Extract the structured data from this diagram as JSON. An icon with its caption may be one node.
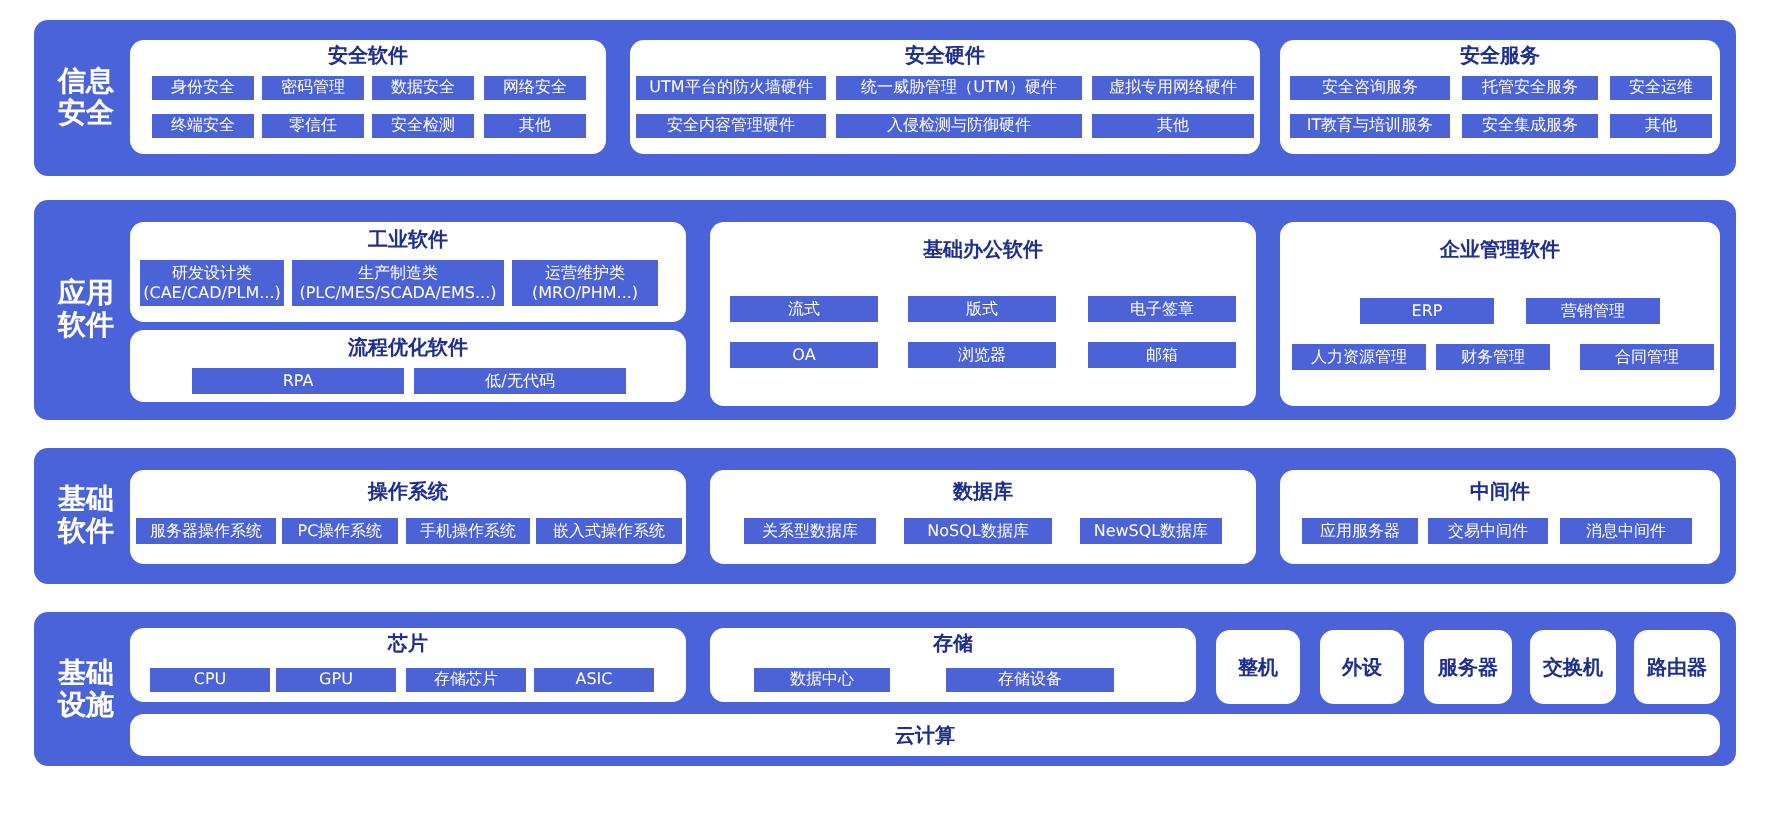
{
  "diagram": {
    "nodes": [
      {
        "text": [
          "信息安全"
        ]
      },
      {
        "text": [
          "安全软件"
        ],
        "in": 0
      },
      {
        "text": [
          "身份安全"
        ],
        "in": 1
      },
      {
        "text": [
          "密码管理"
        ],
        "in": 1
      },
      {
        "text": [
          "数据安全"
        ],
        "in": 1
      },
      {
        "text": [
          "网络安全"
        ],
        "in": 1
      },
      {
        "text": [
          "终端安全"
        ],
        "in": 1
      },
      {
        "text": [
          "零信任"
        ],
        "in": 1
      },
      {
        "text": [
          "安全检测"
        ],
        "in": 1
      },
      {
        "text": [
          "其他"
        ],
        "in": 1
      },
      {
        "text": [
          "安全硬件"
        ],
        "in": 0
      },
      {
        "text": [
          "UTM平台的防火墙硬件"
        ],
        "in": 10
      },
      {
        "text": [
          "统一威胁管理（UTM）硬件"
        ],
        "in": 10
      },
      {
        "text": [
          "虚拟专用网络硬件"
        ],
        "in": 10
      },
      {
        "text": [
          "安全内容管理硬件"
        ],
        "in": 10
      },
      {
        "text": [
          "入侵检测与防御硬件"
        ],
        "in": 10
      },
      {
        "text": [
          "其他"
        ],
        "in": 10
      },
      {
        "text": [
          "安全服务"
        ],
        "in": 0
      },
      {
        "text": [
          "安全咨询服务"
        ],
        "in": 17
      },
      {
        "text": [
          "托管安全服务"
        ],
        "in": 17
      },
      {
        "text": [
          "安全运维"
        ],
        "in": 17
      },
      {
        "text": [
          "IT教育与培训服务"
        ],
        "in": 17
      },
      {
        "text": [
          "安全集成服务"
        ],
        "in": 17
      },
      {
        "text": [
          "其他"
        ],
        "in": 17
      },
      {
        "text": [
          "应用软件"
        ]
      },
      {
        "text": [
          "工业软件"
        ],
        "in": 24
      },
      {
        "text": [
          "研发设计类",
          "(CAE/CAD/PLM...)"
        ],
        "in": 25
      },
      {
        "text": [
          "生产制造类",
          "(PLC/MES/SCADA/EMS...)"
        ],
        "in": 25
      },
      {
        "text": [
          "运营维护类",
          "(MRO/PHM...)"
        ],
        "in": 25
      },
      {
        "text": [
          "流程优化软件"
        ],
        "in": 24
      },
      {
        "text": [
          "RPA"
        ],
        "in": 29
      },
      {
        "text": [
          "低/无代码"
        ],
        "in": 29
      },
      {
        "text": [
          "基础办公软件"
        ],
        "in": 24
      },
      {
        "text": [
          "流式"
        ],
        "in": 32
      },
      {
        "text": [
          "版式"
        ],
        "in": 32
      },
      {
        "text": [
          "电子签章"
        ],
        "in": 32
      },
      {
        "text": [
          "OA"
        ],
        "in": 32
      },
      {
        "text": [
          "浏览器"
        ],
        "in": 32
      },
      {
        "text": [
          "邮箱"
        ],
        "in": 32
      },
      {
        "text": [
          "企业管理软件"
        ],
        "in": 24
      },
      {
        "text": [
          "ERP"
        ],
        "in": 39
      },
      {
        "text": [
          "营销管理"
        ],
        "in": 39
      },
      {
        "text": [
          "人力资源管理"
        ],
        "in": 39
      },
      {
        "text": [
          "财务管理"
        ],
        "in": 39
      },
      {
        "text": [
          "合同管理"
        ],
        "in": 39
      },
      {
        "text": [
          "基础软件"
        ]
      },
      {
        "text": [
          "操作系统"
        ],
        "in": 45
      },
      {
        "text": [
          "服务器操作系统"
        ],
        "in": 46
      },
      {
        "text": [
          "PC操作系统"
        ],
        "in": 46
      },
      {
        "text": [
          "手机操作系统"
        ],
        "in": 46
      },
      {
        "text": [
          "嵌入式操作系统"
        ],
        "in": 46
      },
      {
        "text": [
          "数据库"
        ],
        "in": 45
      },
      {
        "text": [
          "关系型数据库"
        ],
        "in": 51
      },
      {
        "text": [
          "NoSQL数据库"
        ],
        "in": 51
      },
      {
        "text": [
          "NewSQL数据库"
        ],
        "in": 51
      },
      {
        "text": [
          "中间件"
        ],
        "in": 45
      },
      {
        "text": [
          "应用服务器"
        ],
        "in": 55
      },
      {
        "text": [
          "交易中间件"
        ],
        "in": 55
      },
      {
        "text": [
          "消息中间件"
        ],
        "in": 55
      },
      {
        "text": [
          "基础设施"
        ]
      },
      {
        "text": [
          "芯片"
        ],
        "in": 59
      },
      {
        "text": [
          "CPU"
        ],
        "in": 60
      },
      {
        "text": [
          "GPU"
        ],
        "in": 60
      },
      {
        "text": [
          "存储芯片"
        ],
        "in": 60
      },
      {
        "text": [
          "ASIC"
        ],
        "in": 60
      },
      {
        "text": [
          "存储"
        ],
        "in": 59
      },
      {
        "text": [
          "数据中心"
        ],
        "in": 65
      },
      {
        "text": [
          "存储设备"
        ],
        "in": 65
      },
      {
        "text": [
          "整机"
        ],
        "in": 59
      },
      {
        "text": [
          "外设"
        ],
        "in": 59
      },
      {
        "text": [
          "服务器"
        ],
        "in": 59
      },
      {
        "text": [
          "交换机"
        ],
        "in": 59
      },
      {
        "text": [
          "路由器"
        ],
        "in": 59
      },
      {
        "text": [
          "云计算"
        ],
        "in": 59
      }
    ]
  }
}
